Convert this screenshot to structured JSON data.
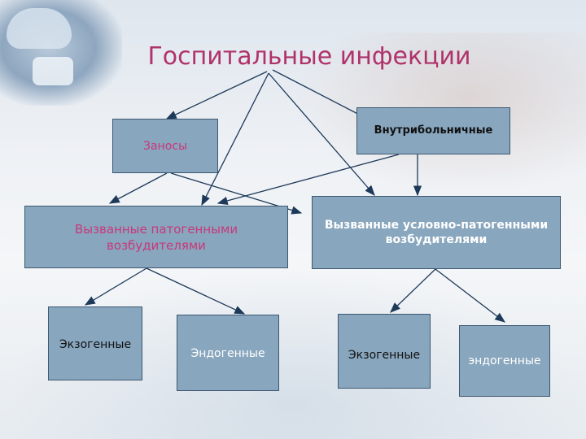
{
  "title": "Госпитальные инфекции",
  "boxes": {
    "zanosy": "Заносы",
    "vnutri": "Внутрибольничные",
    "patogen": "Вызванные патогенными возбудителями",
    "uslovno": "Вызванные условно-патогенными возбудителями",
    "exo1": "Экзогенные",
    "endo1": "Эндогенные",
    "exo2": "Экзогенные",
    "endo2": "эндогенные"
  },
  "colors": {
    "box_fill": "#88a6be",
    "title": "#b0326b",
    "arrow": "#1e3a5a"
  }
}
